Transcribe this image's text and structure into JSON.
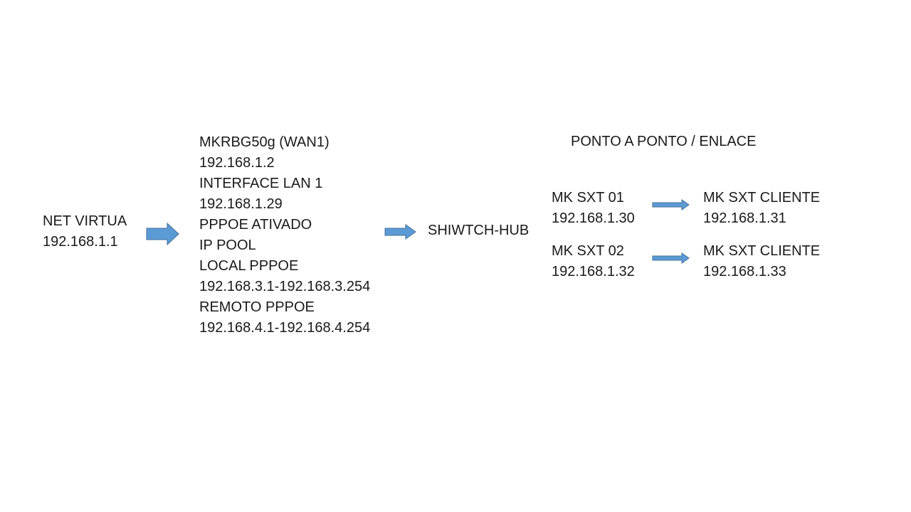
{
  "net_virtua": {
    "lines": [
      "NET VIRTUA",
      "192.168.1.1"
    ]
  },
  "router": {
    "lines": [
      "MKRBG50g (WAN1)",
      "192.168.1.2",
      "INTERFACE LAN 1",
      "192.168.1.29",
      "PPPOE ATIVADO",
      "IP POOL",
      "LOCAL PPPOE",
      "192.168.3.1-192.168.3.254",
      "REMOTO PPPOE",
      "192.168.4.1-192.168.4.254"
    ]
  },
  "switch": {
    "label": "SHIWTCH-HUB"
  },
  "point_to_point": {
    "title": "PONTO A PONTO / ENLACE",
    "sxt_01": [
      "MK SXT 01",
      "192.168.1.30"
    ],
    "sxt_02": [
      "MK SXT 02",
      "192.168.1.32"
    ],
    "client_01": [
      "MK SXT CLIENTE",
      "192.168.1.31"
    ],
    "client_02": [
      "MK SXT CLIENTE",
      "192.168.1.33"
    ]
  },
  "colors": {
    "arrow_fill": "#5b9bd5",
    "arrow_stroke": "#41719c",
    "text": "#1a1a1a"
  }
}
